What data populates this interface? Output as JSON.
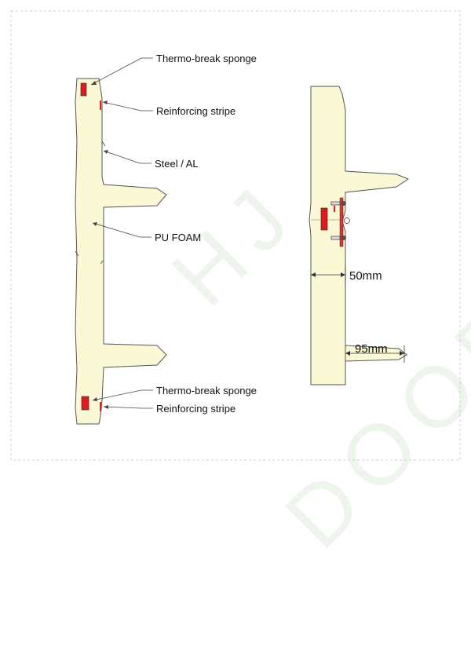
{
  "watermark": {
    "text": "HJ DOOR"
  },
  "labels": {
    "thermo_break_top": "Thermo-break sponge",
    "reinforcing_top": "Reinforcing stripe",
    "steel_al": "Steel / AL",
    "pu_foam": "PU FOAM",
    "thermo_break_bottom": "Thermo-break sponge",
    "reinforcing_bottom": "Reinforcing stripe"
  },
  "dimensions": {
    "panel_thickness": "50mm",
    "rib_depth": "95mm"
  },
  "colors": {
    "foam_fill": "#fbf8d6",
    "outline": "#555555",
    "sponge": "#e01b1b",
    "frame": "#cfcfcf",
    "watermark": "#a0c896"
  }
}
